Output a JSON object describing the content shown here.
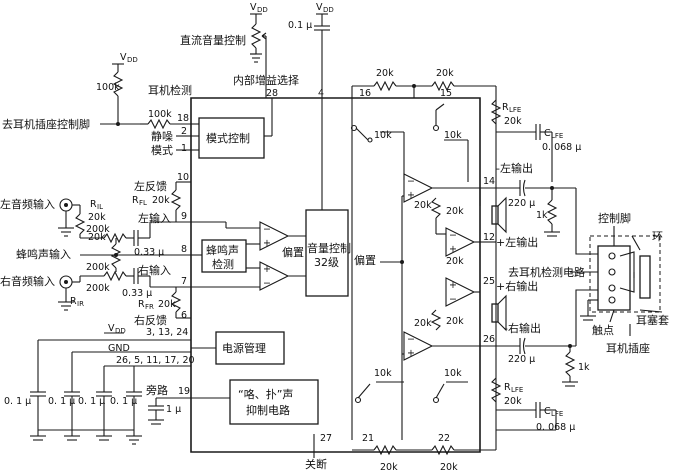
{
  "labels": {
    "vdd": "V",
    "vdd_sub": "DD",
    "dc_volume": "直流音量控制",
    "internal_gain": "内部增益选择",
    "headphone_detect": "耳机检测",
    "to_jack_pin": "去耳机插座控制脚",
    "mute": "静噪",
    "mode": "模式",
    "mode_control": "模式控制",
    "left_in": "左音频输入",
    "right_in": "右音频输入",
    "beep_in": "蜂鸣声输入",
    "left_feedback": "左反馈",
    "right_feedback": "右反馈",
    "left_input": "左输入",
    "right_input": "右输入",
    "beep_detect_1": "蜂鸣声",
    "beep_detect_2": "检测",
    "bias": "偏置",
    "volume_1": "音量控制",
    "volume_2": "32级",
    "power_mgmt": "电源管理",
    "gnd": "GND",
    "bypass": "旁路",
    "pop_1": "“咯、扑”声",
    "pop_2": "抑制电路",
    "shutdown": "关断",
    "left_out_minus": "-左输出",
    "left_out_plus": "+左输出",
    "right_out_plus": "+右输出",
    "right_out_minus": "-右输出",
    "control_pin": "控制脚",
    "ring": "环",
    "to_detect_circuit": "去耳机检测电路",
    "contact": "触点",
    "plug": "耳塞套",
    "jack": "耳机插座"
  },
  "components": {
    "r_100k": "100k",
    "r_20k": "20k",
    "r_200k": "200k",
    "r_10k": "10k",
    "r_1k": "1k",
    "c_01u": "0.1 μ",
    "c_033u": "0.33 μ",
    "c_1u": "1 μ",
    "c_220u": "220 μ",
    "c_0068u": "0. 068 μ",
    "c_01": "0. 1 μ",
    "ril": "R",
    "ril_sub": "IL",
    "rir": "R",
    "rir_sub": "IR",
    "rfl": "R",
    "rfl_sub": "FL",
    "rfr": "R",
    "rfr_sub": "FR",
    "rlfe": "R",
    "rlfe_sub": "LFE",
    "clfe": "C",
    "clfe_sub": "LFE"
  },
  "pins": {
    "p18": "18",
    "p2": "2",
    "p1": "1",
    "p28": "28",
    "p4": "4",
    "p16": "16",
    "p15": "15",
    "p10": "10",
    "p9": "9",
    "p8": "8",
    "p7": "7",
    "p6": "6",
    "p14": "14",
    "p12": "12",
    "p25": "25",
    "p26": "26",
    "p_power": "3, 13, 24",
    "p_gnd": "26, 5, 11, 17, 20",
    "p19": "19",
    "p27": "27",
    "p21": "21",
    "p22": "22"
  }
}
